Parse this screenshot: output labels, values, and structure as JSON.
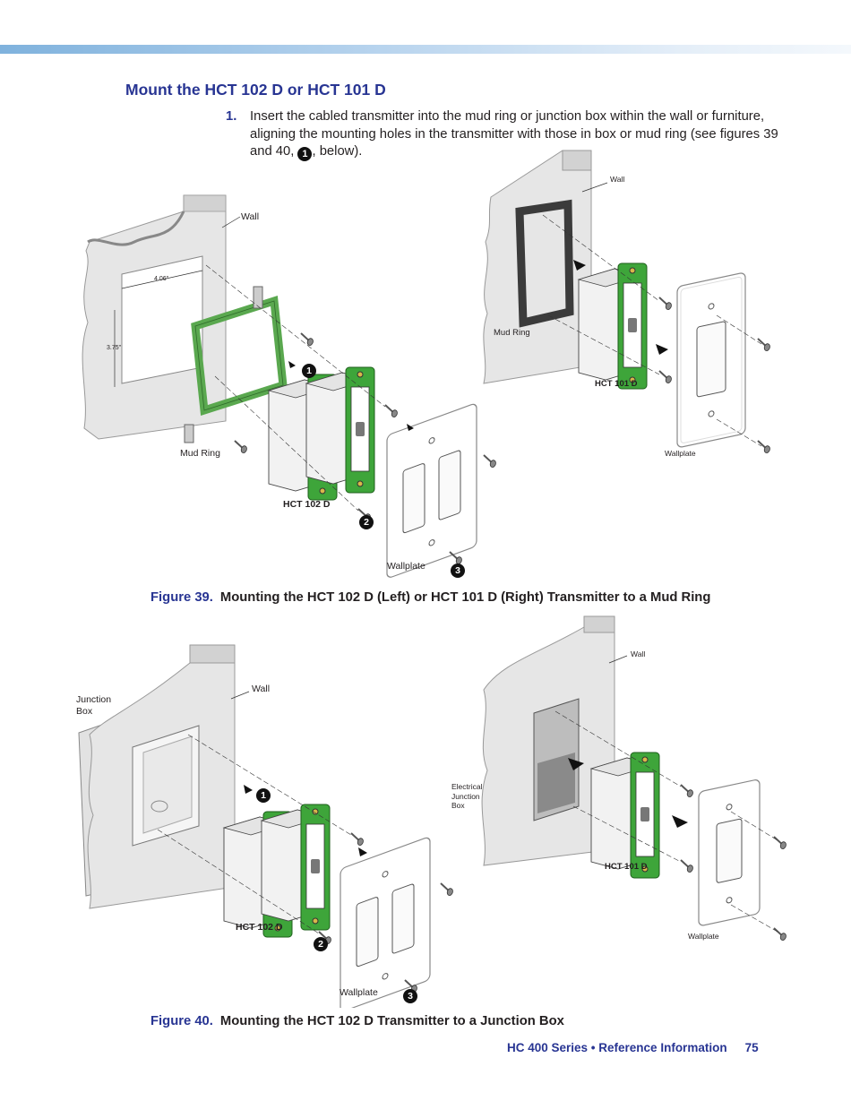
{
  "heading": "Mount the HCT 102 D or HCT 101 D",
  "step": {
    "number": "1.",
    "text_before": "Insert the cabled transmitter into the mud ring or junction box within the wall or furniture, aligning the mounting holes in the transmitter with those in box or mud ring (see figures 39 and 40, ",
    "callout": "1",
    "text_after": ", below)."
  },
  "figure39": {
    "left": {
      "wall": "Wall",
      "dim_width": "4.06\"",
      "dim_height": "3.75\"",
      "mud_ring": "Mud Ring",
      "device": "HCT 102 D",
      "wallplate": "Wallplate",
      "callouts": [
        "1",
        "2",
        "3"
      ]
    },
    "right": {
      "wall": "Wall",
      "mud_ring": "Mud Ring",
      "device": "HCT 101 D",
      "wallplate": "Wallplate"
    },
    "caption_num": "Figure 39.",
    "caption_text": "Mounting the HCT 102 D (Left) or HCT 101 D (Right) Transmitter to a Mud Ring"
  },
  "figure40": {
    "left": {
      "junction_box": "Junction\nBox",
      "wall": "Wall",
      "device": "HCT 102 D",
      "wallplate": "Wallplate",
      "callouts": [
        "1",
        "2",
        "3"
      ]
    },
    "right": {
      "wall": "Wall",
      "junction_box": "Electrical\nJunction\nBox",
      "device": "HCT 101 D",
      "wallplate": "Wallplate"
    },
    "caption_num": "Figure 40.",
    "caption_text": "Mounting the HCT 102 D Transmitter to a Junction Box"
  },
  "footer": {
    "text": "HC 400 Series • Reference Information",
    "page": "75"
  },
  "colors": {
    "accent": "#283593",
    "green": "#3ea53a",
    "wall": "#e6e6e6"
  }
}
